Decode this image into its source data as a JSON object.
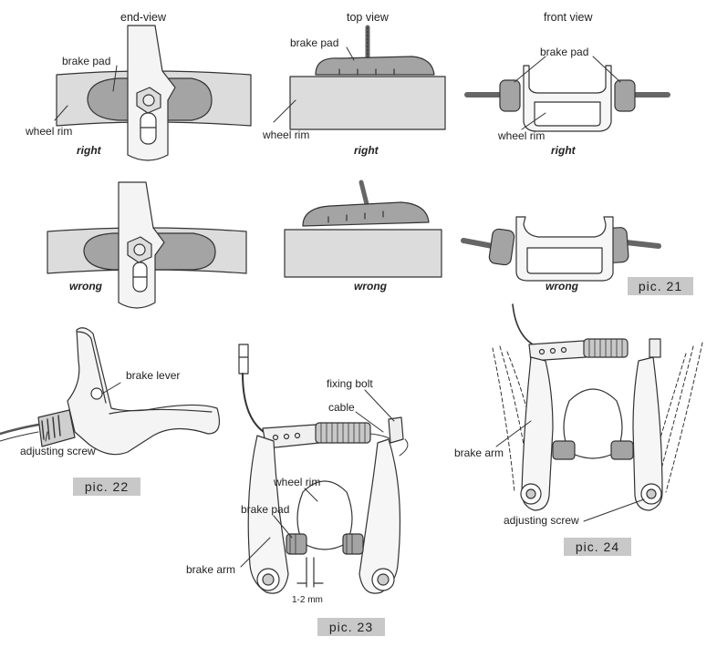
{
  "views": {
    "end": "end-view",
    "top": "top view",
    "front": "front view"
  },
  "labels": {
    "brake_pad": "brake pad",
    "wheel_rim": "wheel rim",
    "brake_lever": "brake lever",
    "adjusting_screw": "adjusting screw",
    "fixing_bolt": "fixing bolt",
    "cable": "cable",
    "brake_arm": "brake arm",
    "gap": "1-2 mm"
  },
  "verdicts": {
    "right": "right",
    "wrong": "wrong"
  },
  "figures": {
    "pic21": "pic. 21",
    "pic22": "pic. 22",
    "pic23": "pic. 23",
    "pic24": "pic. 24"
  },
  "colors": {
    "rim_fill": "#dcdcdc",
    "pad_fill": "#a4a4a4",
    "tag_fill": "#c8c8c8",
    "line": "#333333"
  }
}
